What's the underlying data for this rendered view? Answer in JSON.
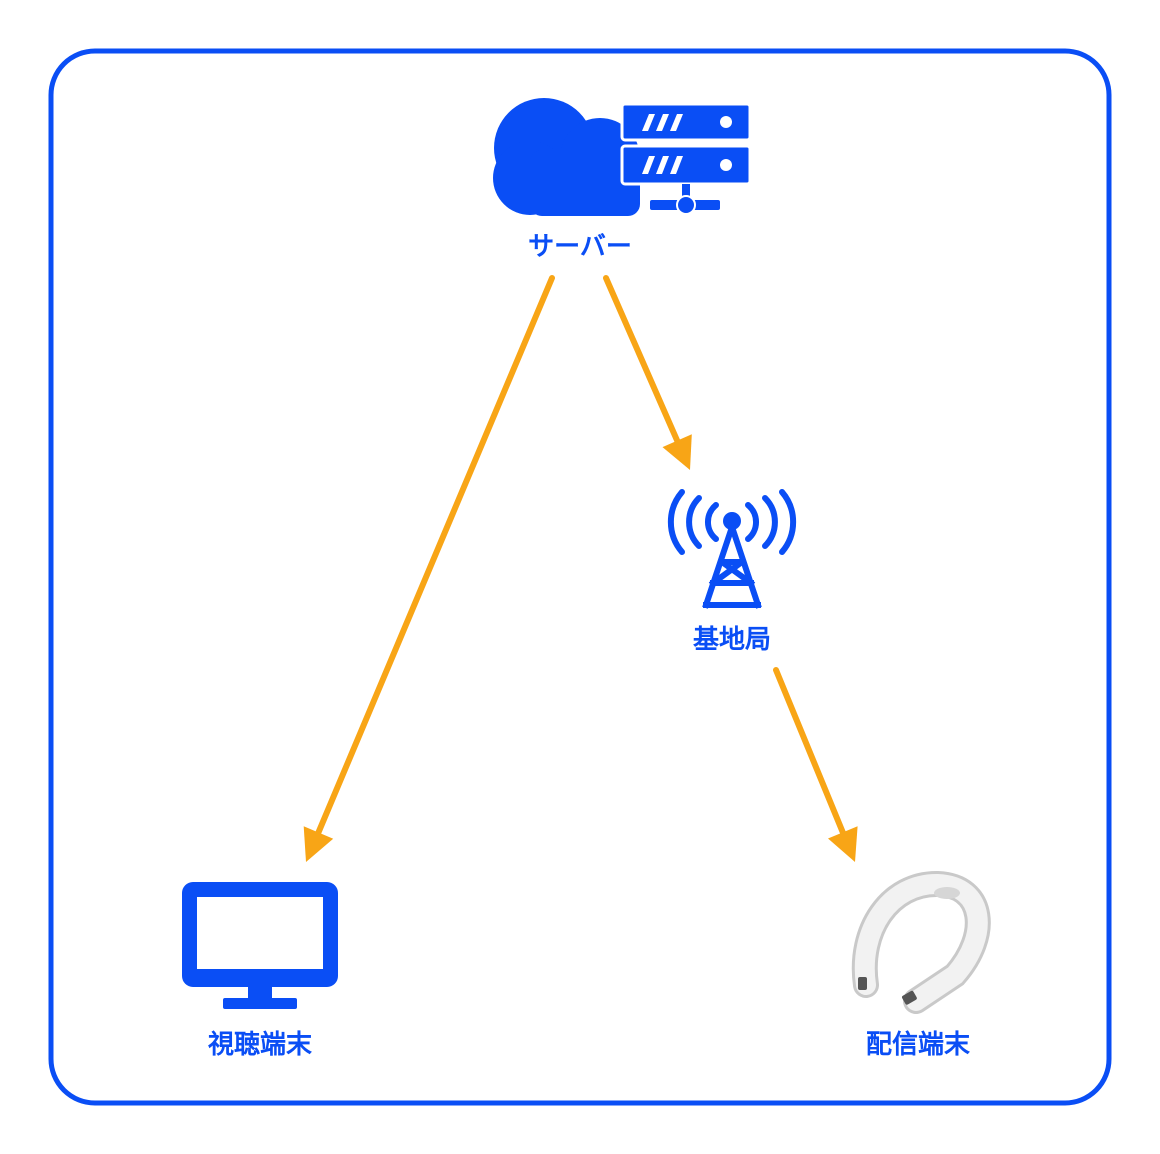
{
  "colors": {
    "primary": "#0a4ef5",
    "arrow": "#f8a516",
    "background": "#ffffff",
    "device_light": "#f2f2f2",
    "device_shadow": "#c9c9c9",
    "device_dark": "#555555"
  },
  "nodes": {
    "server": {
      "label": "サーバー",
      "icon": "cloud-server-icon"
    },
    "base_station": {
      "label": "基地局",
      "icon": "antenna-tower-icon"
    },
    "viewing_terminal": {
      "label": "視聴端末",
      "icon": "monitor-icon"
    },
    "streaming_terminal": {
      "label": "配信端末",
      "icon": "neckband-device-icon"
    }
  },
  "edges": [
    {
      "from": "server",
      "to": "viewing_terminal"
    },
    {
      "from": "server",
      "to": "base_station"
    },
    {
      "from": "base_station",
      "to": "streaming_terminal"
    }
  ]
}
